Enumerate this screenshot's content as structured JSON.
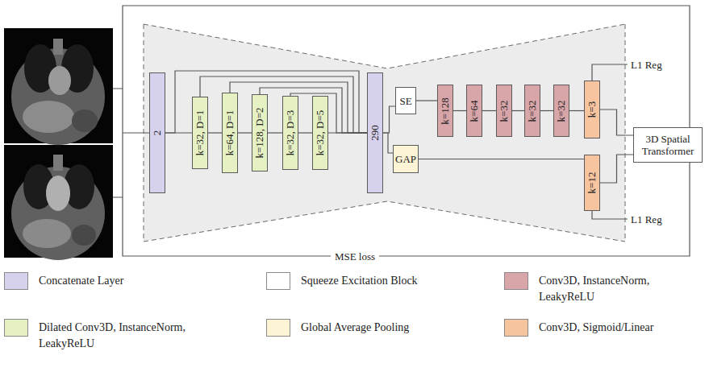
{
  "diagram": {
    "nodes": [
      {
        "text": [
          "2"
        ]
      },
      {
        "text": [
          "k=32, D=1"
        ]
      },
      {
        "text": [
          "k=64, D=1"
        ]
      },
      {
        "text": [
          "k=128, D=2"
        ]
      },
      {
        "text": [
          "k=32, D=3"
        ]
      },
      {
        "text": [
          "k=32, D=5"
        ]
      },
      {
        "text": [
          "290"
        ]
      },
      {
        "text": [
          "SE"
        ]
      },
      {
        "text": [
          "k=128"
        ]
      },
      {
        "text": [
          "k=64"
        ]
      },
      {
        "text": [
          "k=32"
        ]
      },
      {
        "text": [
          "k=32"
        ]
      },
      {
        "text": [
          "k=32"
        ]
      },
      {
        "text": [
          "k=3"
        ]
      },
      {
        "text": [
          "GAP"
        ]
      },
      {
        "text": [
          "k=12"
        ]
      },
      {
        "text": [
          "3D Spatial Transformer"
        ]
      }
    ],
    "edges": [
      {
        "from": 0,
        "to": 1,
        "arrow": "none"
      },
      {
        "from": 1,
        "to": 2,
        "arrow": "none"
      },
      {
        "from": 2,
        "to": 3,
        "arrow": "none"
      },
      {
        "from": 3,
        "to": 4,
        "arrow": "none"
      },
      {
        "from": 4,
        "to": 5,
        "arrow": "none"
      },
      {
        "from": 5,
        "to": 6,
        "arrow": "none"
      },
      {
        "from": 0,
        "to": 6,
        "arrow": "none"
      },
      {
        "from": 1,
        "to": 6,
        "arrow": "none"
      },
      {
        "from": 2,
        "to": 6,
        "arrow": "none"
      },
      {
        "from": 3,
        "to": 6,
        "arrow": "none"
      },
      {
        "from": 4,
        "to": 6,
        "arrow": "none"
      },
      {
        "from": 6,
        "to": 7,
        "arrow": "none"
      },
      {
        "from": 7,
        "to": 8,
        "arrow": "none"
      },
      {
        "from": 8,
        "to": 9,
        "arrow": "none"
      },
      {
        "from": 9,
        "to": 10,
        "arrow": "none"
      },
      {
        "from": 10,
        "to": 11,
        "arrow": "none"
      },
      {
        "from": 11,
        "to": 12,
        "arrow": "none"
      },
      {
        "from": 12,
        "to": 13,
        "arrow": "none"
      },
      {
        "from": 6,
        "to": 14,
        "arrow": "none"
      },
      {
        "from": 14,
        "to": 15,
        "arrow": "none"
      },
      {
        "from": 13,
        "to": 16,
        "arrow": "none"
      },
      {
        "from": 15,
        "to": 16,
        "arrow": "none"
      }
    ],
    "labels": [
      "L1 Reg",
      "L1 Reg",
      "MSE loss"
    ],
    "legend": [
      {
        "text": "Concatenate Layer",
        "color": "#d6d1ec"
      },
      {
        "text": "Squeeze Excitation Block",
        "color": "#ffffff"
      },
      {
        "text": "Conv3D, InstanceNorm, LeakyReLU",
        "color": "#d8a5a8"
      },
      {
        "text": "Dilated Conv3D, InstanceNorm, LeakyReLU",
        "color": "#e5f0c3"
      },
      {
        "text": "Global Average Pooling",
        "color": "#fcf4d4"
      },
      {
        "text": "Conv3D, Sigmoid/Linear",
        "color": "#f6c49f"
      }
    ]
  }
}
